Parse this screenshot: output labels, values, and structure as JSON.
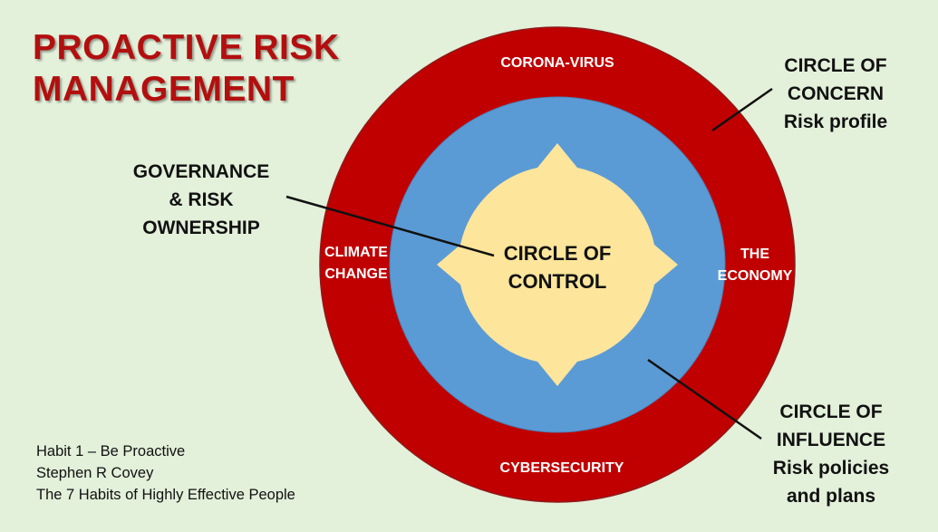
{
  "title": {
    "line1": "PROACTIVE RISK",
    "line2": "MANAGEMENT"
  },
  "colors": {
    "background": "#e3f0da",
    "title": "#b30f0f",
    "outer_ring": "#c00000",
    "middle_ring": "#5b9bd5",
    "inner_shape": "#fde59b"
  },
  "outer_ring_labels": {
    "top": "CORONA-VIRUS",
    "bottom": "CYBERSECURITY",
    "left": [
      "CLIMATE",
      "CHANGE"
    ],
    "right": [
      "THE",
      "ECONOMY"
    ]
  },
  "center": {
    "line1": "CIRCLE OF",
    "line2": "CONTROL"
  },
  "callouts": {
    "governance": [
      "GOVERNANCE",
      "& RISK",
      "OWNERSHIP"
    ],
    "concern": [
      "CIRCLE OF",
      "CONCERN",
      "Risk profile"
    ],
    "influence": [
      "CIRCLE OF",
      "INFLUENCE",
      "Risk policies",
      "and plans"
    ]
  },
  "credits": {
    "line1": "Habit 1 – Be Proactive",
    "line2": "Stephen R Covey",
    "line3": "The 7 Habits of Highly Effective People"
  }
}
